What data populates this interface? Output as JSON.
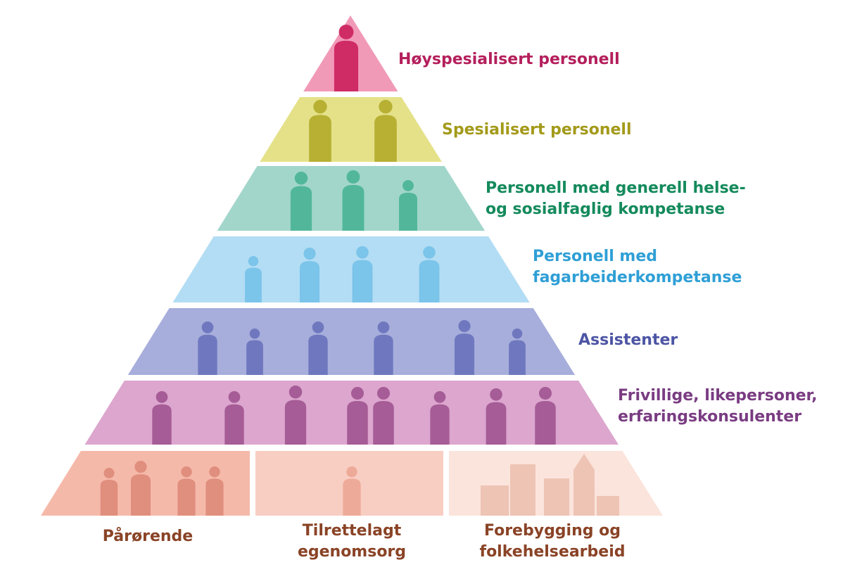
{
  "tiers": [
    {
      "lines": [
        "Høyspesialisert personell"
      ],
      "label_color": "#b41f5c",
      "fill_color": "#f19ab8",
      "figure_color": "#cf2c66"
    },
    {
      "lines": [
        "Spesialisert personell"
      ],
      "label_color": "#a39a1a",
      "fill_color": "#e4e189",
      "figure_color": "#b7b033"
    },
    {
      "lines": [
        "Personell med generell helse-",
        "og sosialfaglig kompetanse"
      ],
      "label_color": "#148a5c",
      "fill_color": "#a2d6cb",
      "figure_color": "#52b79a"
    },
    {
      "lines": [
        "Personell med",
        "fagarbeiderkompetanse"
      ],
      "label_color": "#2f9fd6",
      "fill_color": "#b3ddf4",
      "figure_color": "#7bc4ea"
    },
    {
      "lines": [
        "Assistenter"
      ],
      "label_color": "#4d55a4",
      "fill_color": "#a7aedb",
      "figure_color": "#6f78bf"
    },
    {
      "lines": [
        "Frivillige, likepersoner,",
        "erfaringskonsulenter"
      ],
      "label_color": "#7a3c82",
      "fill_color": "#dca6ce",
      "figure_color": "#a65c96"
    }
  ],
  "base": [
    {
      "lines": [
        "Pårørende"
      ],
      "fill_color": "#f5b9aa",
      "figure_color": "#e08e7d"
    },
    {
      "lines": [
        "Tilrettelagt",
        "egenomsorg"
      ],
      "fill_color": "#f8cec3",
      "figure_color": "#eeaa98"
    },
    {
      "lines": [
        "Forebygging og",
        "folkehelsearbeid"
      ],
      "fill_color": "#fbe4dc",
      "figure_color": "#eec4b5"
    }
  ],
  "base_label_color": "#8a4326"
}
